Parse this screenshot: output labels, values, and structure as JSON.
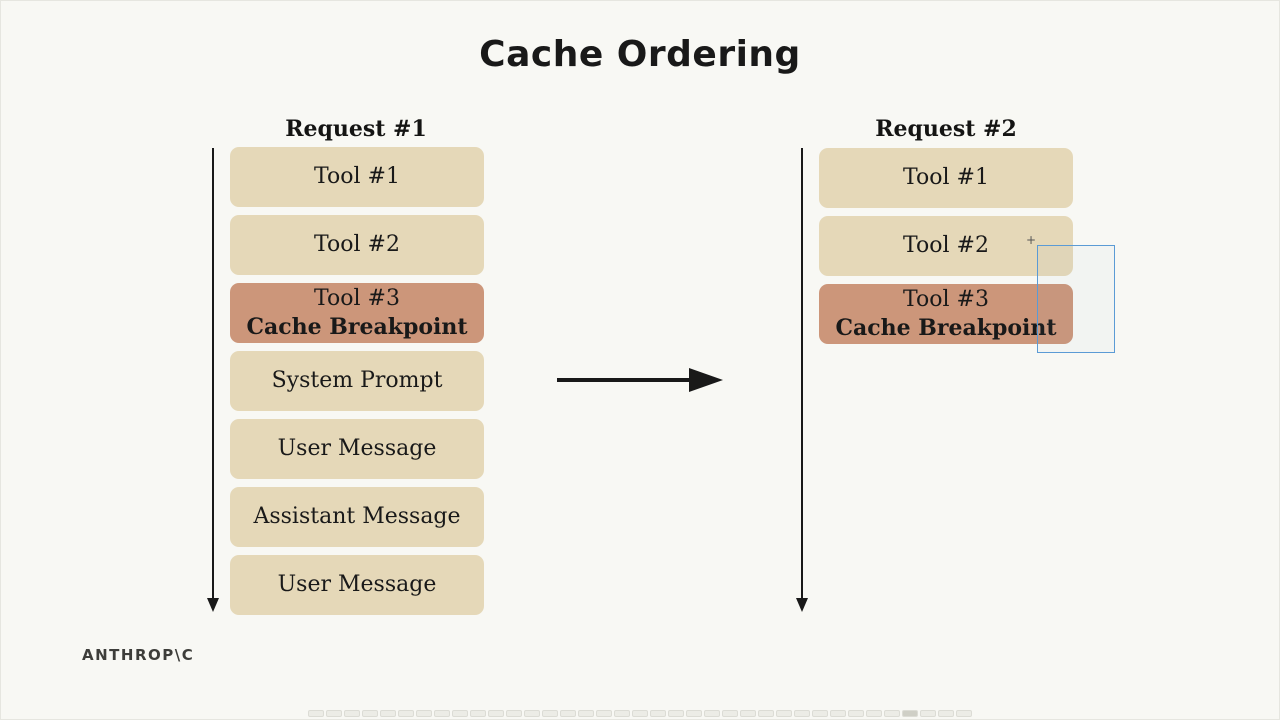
{
  "slide": {
    "title": "Cache Ordering",
    "logo_text": "ANTHROP\\C"
  },
  "request1": {
    "heading": "Request #1",
    "blocks": [
      {
        "label": "Tool #1",
        "sub": "",
        "type": "tool"
      },
      {
        "label": "Tool #2",
        "sub": "",
        "type": "tool"
      },
      {
        "label": "Tool #3",
        "sub": "Cache Breakpoint",
        "type": "breakpoint"
      },
      {
        "label": "System Prompt",
        "sub": "",
        "type": "system"
      },
      {
        "label": "User Message",
        "sub": "",
        "type": "message"
      },
      {
        "label": "Assistant Message",
        "sub": "",
        "type": "message"
      },
      {
        "label": "User Message",
        "sub": "",
        "type": "message"
      }
    ]
  },
  "request2": {
    "heading": "Request #2",
    "blocks": [
      {
        "label": "Tool #1",
        "sub": "",
        "type": "tool"
      },
      {
        "label": "Tool #2",
        "sub": "",
        "type": "tool"
      },
      {
        "label": "Tool #3",
        "sub": "Cache Breakpoint",
        "type": "breakpoint"
      }
    ]
  },
  "colors": {
    "block": "#e5d8b8",
    "breakpoint": "#cc967a",
    "ink": "#191919",
    "background": "#f8f8f4",
    "selection": "#5b9bd5"
  },
  "pager": {
    "total_slides": 37,
    "current_index": 33
  }
}
